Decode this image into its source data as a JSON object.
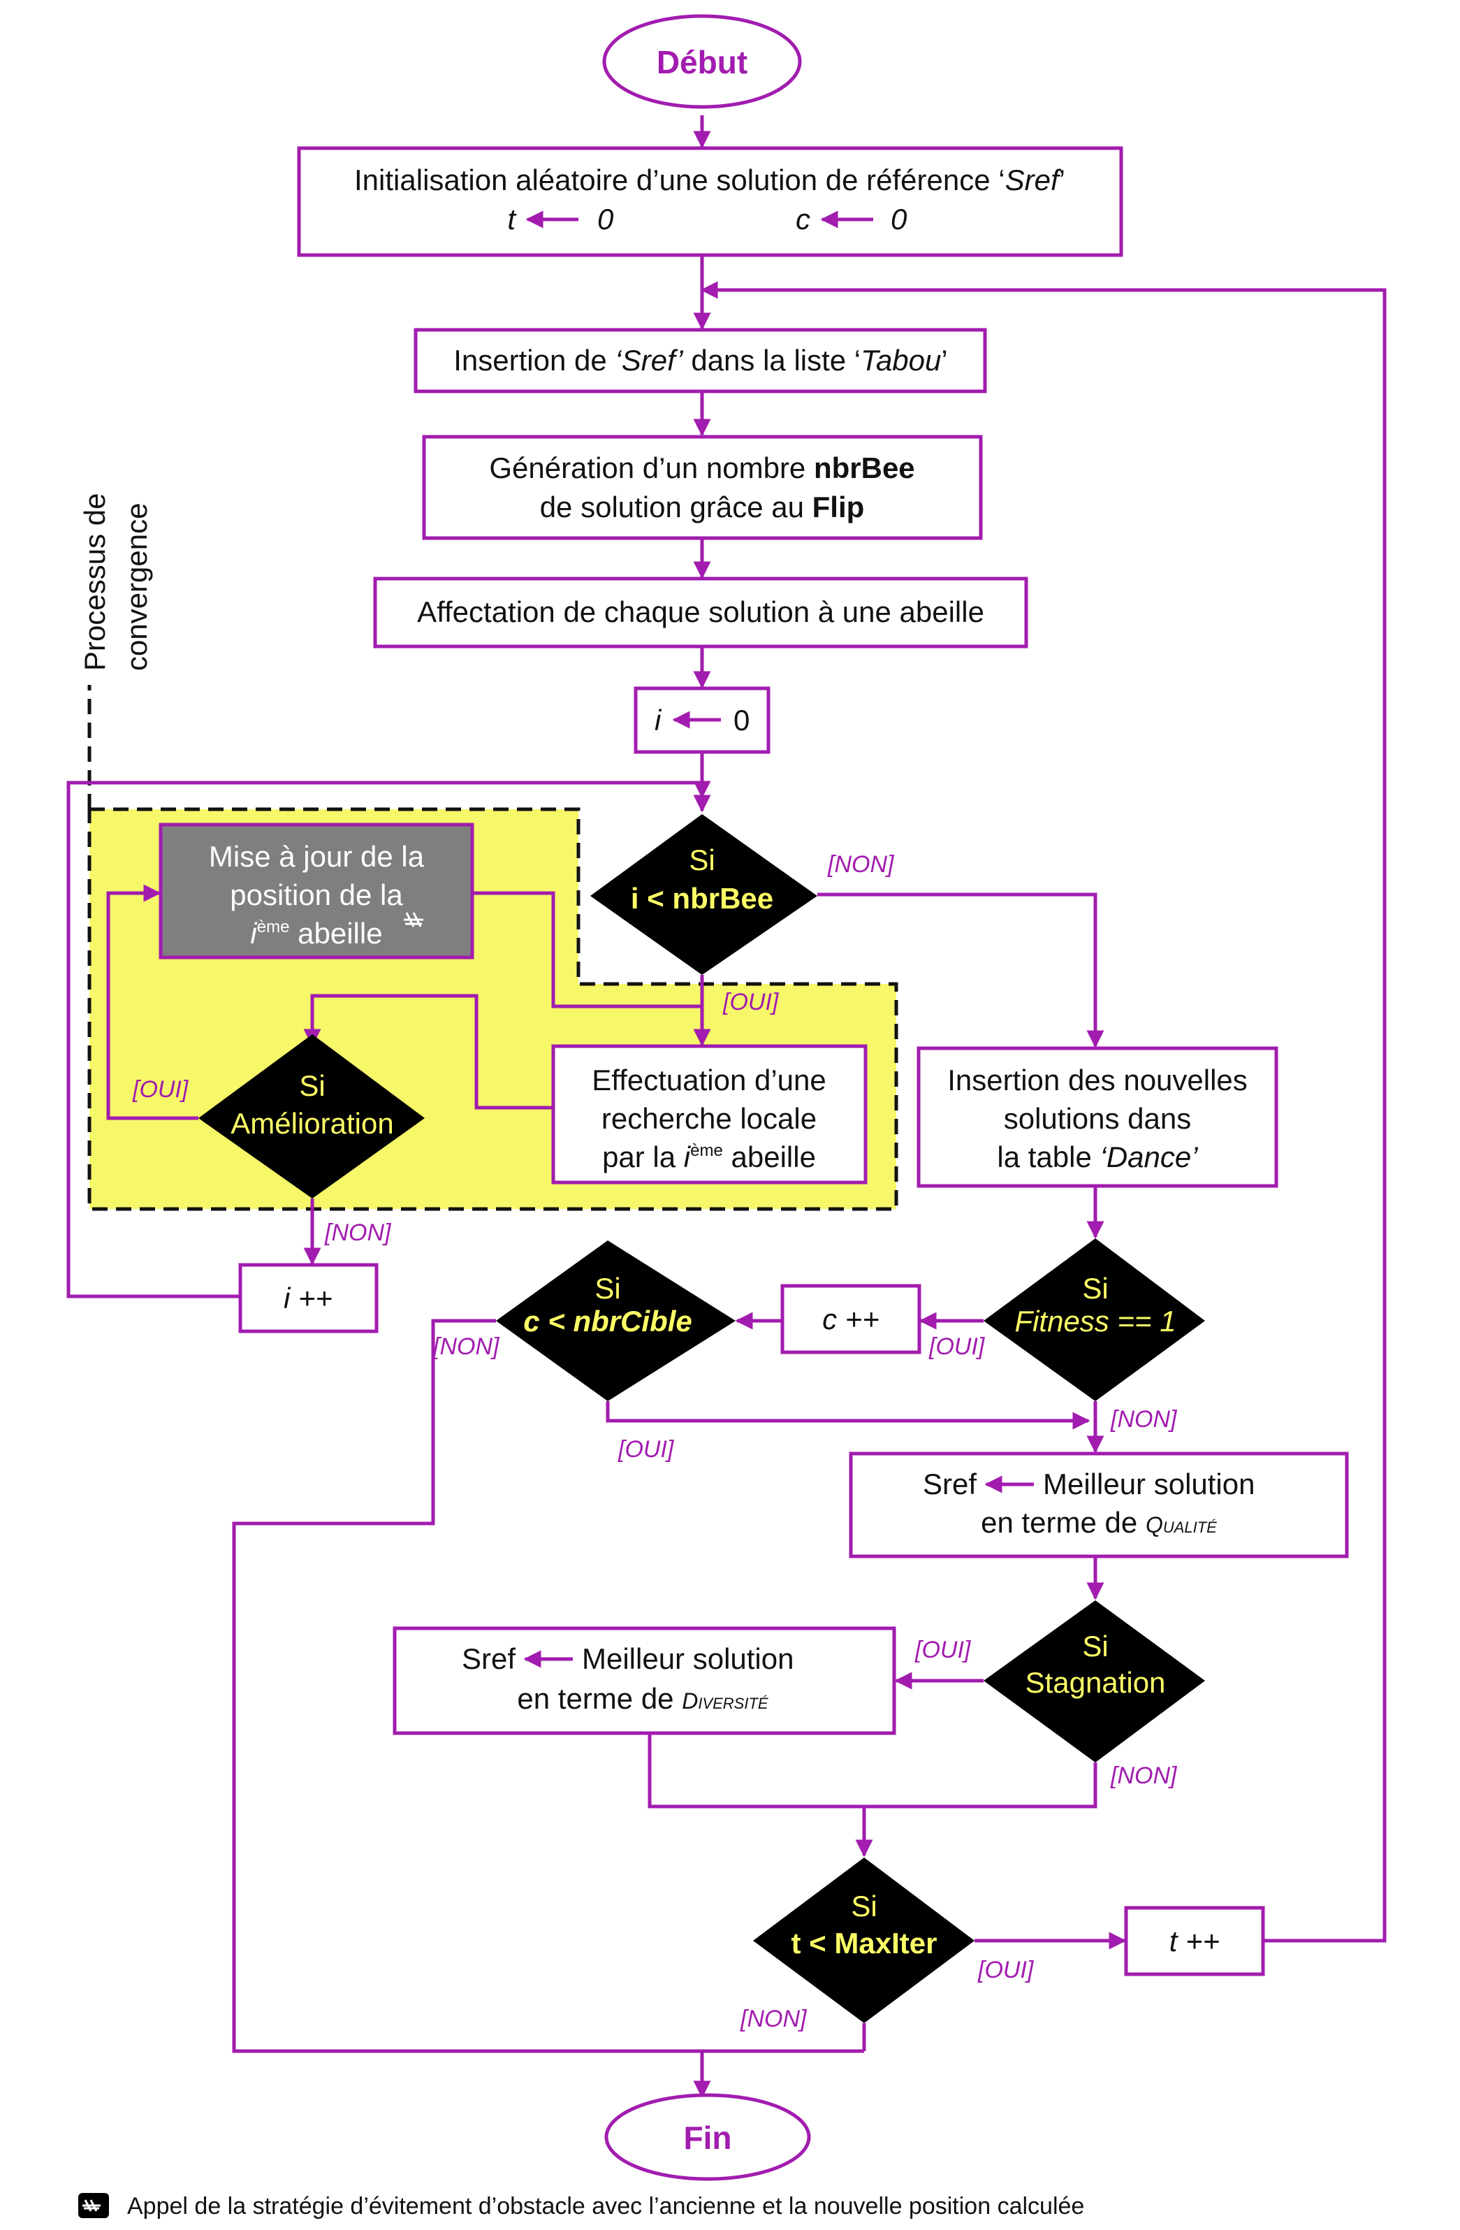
{
  "start": "Début",
  "end": "Fin",
  "init": {
    "line1_a": "Initialisation aléatoire d’une solution de référence ‘",
    "line1_b": "Sref",
    "line1_c": "’",
    "t_var": "t",
    "t_val": "0",
    "c_var": "c",
    "c_val": "0"
  },
  "insert_tabou": {
    "a": "Insertion de ",
    "b": "‘Sref’",
    "c": " dans la liste ‘",
    "d": "Tabou",
    "e": "’"
  },
  "generation": {
    "line1_a": "Génération d’un nombre ",
    "line1_b": "nbrBee",
    "line2_a": "de solution grâce au ",
    "line2_b": "Flip"
  },
  "affectation": "Affectation de chaque solution à une abeille",
  "i_init": {
    "var": "i",
    "val": "0"
  },
  "convergence_label": {
    "line1": "Processus de",
    "line2": "convergence"
  },
  "cond_nbrbee": {
    "si": "Si",
    "expr": "i < nbrBee"
  },
  "update_pos": {
    "line1": "Mise à jour de la",
    "line2": "position de la",
    "line3_i": "i",
    "line3_sup": "ème",
    "line3_b": " abeille"
  },
  "local_search": {
    "line1": "Effectuation d’une",
    "line2": "recherche locale",
    "line3_a": "par la ",
    "line3_i": "i",
    "line3_sup": "ème",
    "line3_b": " abeille"
  },
  "cond_amelioration": {
    "si": "Si",
    "expr": "Amélioration"
  },
  "i_inc": "i ++",
  "insert_dance": {
    "line1": "Insertion des nouvelles",
    "line2": "solutions dans",
    "line3_a": "la table ",
    "line3_b": "‘Dance’"
  },
  "cond_fitness": {
    "si": "Si",
    "expr": "Fitness == 1"
  },
  "c_inc": "c ++",
  "cond_cible": {
    "si": "Si",
    "expr": "c < nbrCible"
  },
  "sref_quality": {
    "line1_a": "Sref",
    "line1_b": "Meilleur solution",
    "line2_a": "en terme de ",
    "line2_b": "Qualité"
  },
  "cond_stagnation": {
    "si": "Si",
    "expr": "Stagnation"
  },
  "sref_diversity": {
    "line1_a": "Sref",
    "line1_b": "Meilleur solution",
    "line2_a": "en terme de ",
    "line2_b": "Diversité"
  },
  "cond_maxiter": {
    "si": "Si",
    "expr": "t < MaxIter"
  },
  "t_inc": "t ++",
  "labels": {
    "oui": "[OUI]",
    "non": "[NON]"
  },
  "footnote": "Appel de la stratégie d’évitement d’obstacle avec l’ancienne et la nouvelle position calculée",
  "colors": {
    "accent": "#a21caf",
    "diamond": "#000000",
    "diamond_text": "#ffff66",
    "highlight": "#f7f76a",
    "gray_box": "#7f7f7f"
  }
}
